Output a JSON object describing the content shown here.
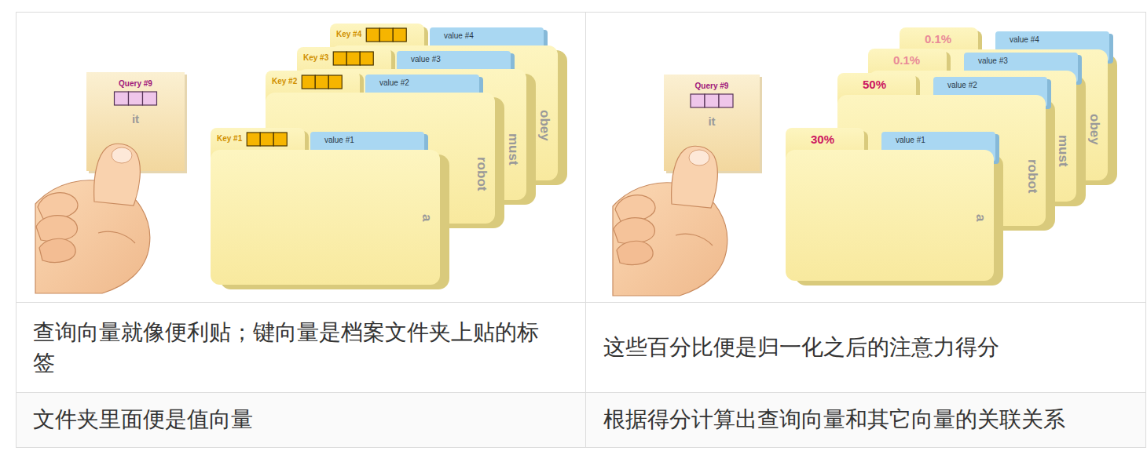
{
  "diagram": {
    "nodes": [
      {
        "text": [
          "Query #9",
          "it"
        ]
      },
      {
        "text": [
          "Key #1",
          "value #1",
          "a"
        ]
      },
      {
        "text": [
          "Key #2",
          "value #2",
          "robot"
        ]
      },
      {
        "text": [
          "Key #3",
          "value #3",
          "must"
        ]
      },
      {
        "text": [
          "Key #4",
          "value #4",
          "obey"
        ]
      },
      {
        "text": [
          "Query #9",
          "it"
        ]
      },
      {
        "text": [
          "30%",
          "value #1",
          "a"
        ]
      },
      {
        "text": [
          "50%",
          "value #2",
          "robot"
        ]
      },
      {
        "text": [
          "0.1%",
          "value #3",
          "must"
        ]
      },
      {
        "text": [
          "0.1%",
          "value #4",
          "obey"
        ]
      }
    ],
    "labels": [
      "查询向量就像便利贴；键向量是档案文件夹上贴的标签",
      "这些百分比便是归一化之后的注意力得分",
      "文件夹里面便是值向量",
      "根据得分计算出查询向量和其它向量的关联关系"
    ]
  }
}
